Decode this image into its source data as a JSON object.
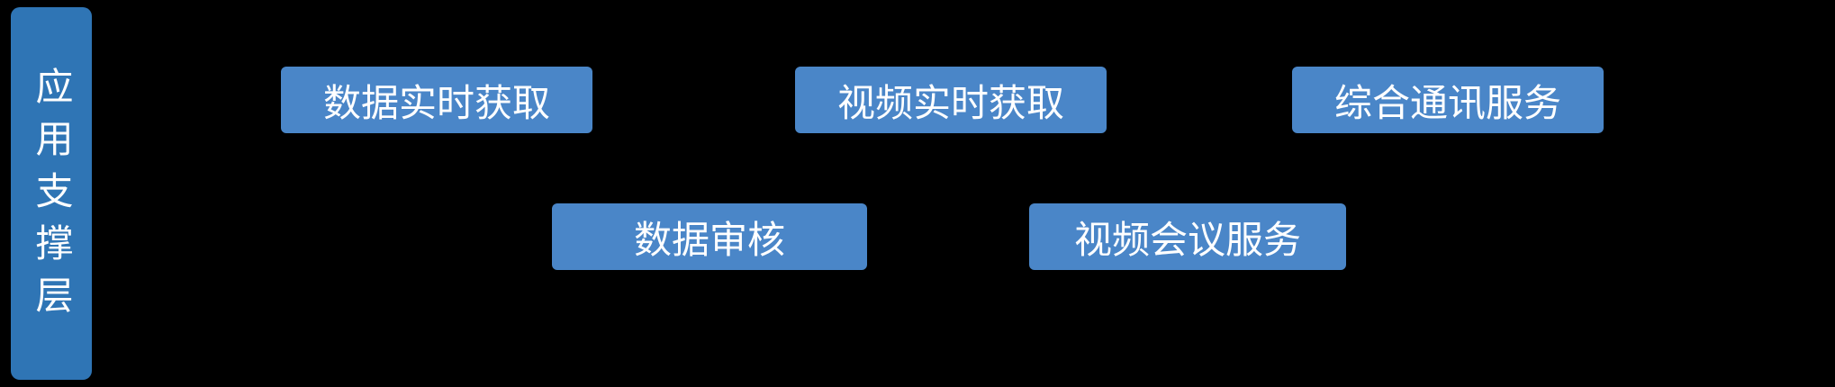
{
  "colors": {
    "bg": "#000000",
    "bar-blue": "#2F75B5",
    "box-blue": "#4A86C8",
    "text-white": "#FFFFFF"
  },
  "diagram": {
    "layer_label": "应用支撑层",
    "boxes": [
      {
        "label": "数据实时获取"
      },
      {
        "label": "视频实时获取"
      },
      {
        "label": "综合通讯服务"
      },
      {
        "label": "数据审核"
      },
      {
        "label": "视频会议服务"
      }
    ]
  }
}
